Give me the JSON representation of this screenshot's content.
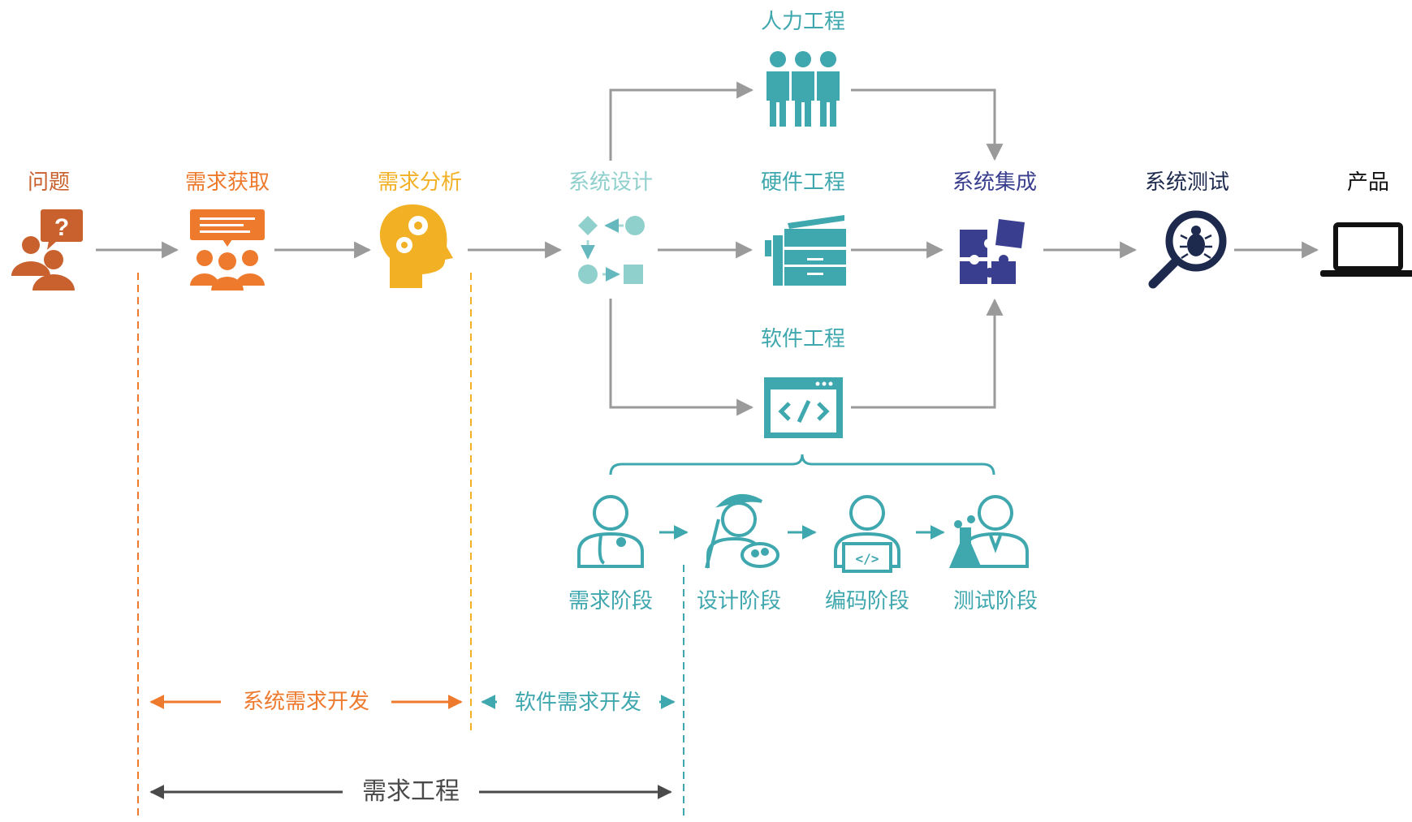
{
  "colors": {
    "problem": "#C9612E",
    "acquisition": "#EE7A2E",
    "analysis": "#F2B024",
    "design": "#8FCFCC",
    "teal": "#3FA7AE",
    "integration": "#3A3E8E",
    "testing": "#1D2A4E",
    "product": "#111111",
    "arrow": "#9A9A9A",
    "reqeng": "#4A4A4A"
  },
  "nodes": {
    "problem": {
      "label": "问题",
      "icon": "question-people-icon"
    },
    "acquisition": {
      "label": "需求获取",
      "icon": "meeting-icon"
    },
    "analysis": {
      "label": "需求分析",
      "icon": "head-gears-icon"
    },
    "design": {
      "label": "系统设计",
      "icon": "flow-shapes-icon"
    },
    "human": {
      "label": "人力工程",
      "icon": "people-icon"
    },
    "hardware": {
      "label": "硬件工程",
      "icon": "printer-icon"
    },
    "software": {
      "label": "软件工程",
      "icon": "code-window-icon"
    },
    "integration": {
      "label": "系统集成",
      "icon": "puzzle-icon"
    },
    "testing": {
      "label": "系统测试",
      "icon": "bug-search-icon"
    },
    "product": {
      "label": "产品",
      "icon": "laptop-icon"
    }
  },
  "phases": [
    {
      "label": "需求阶段",
      "icon": "doctor-icon"
    },
    {
      "label": "设计阶段",
      "icon": "artist-icon"
    },
    {
      "label": "编码阶段",
      "icon": "coder-icon"
    },
    {
      "label": "测试阶段",
      "icon": "scientist-icon"
    }
  ],
  "spans": {
    "system_req": "系统需求开发",
    "software_req": "软件需求开发",
    "req_engineering": "需求工程"
  }
}
